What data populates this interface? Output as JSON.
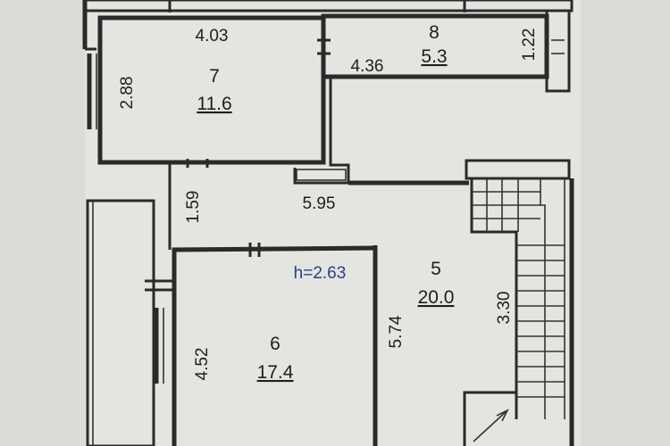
{
  "rooms": {
    "room7": {
      "number": "7",
      "area": "11.6",
      "width": "4.03",
      "height": "2.88"
    },
    "room8": {
      "number": "8",
      "area": "5.3",
      "width": "4.36",
      "height": "1.22"
    },
    "room5": {
      "number": "5",
      "area": "20.0",
      "width": "5.95",
      "depth": "5.74",
      "hall_depth": "1.59",
      "stair_length": "3.30"
    },
    "room6": {
      "number": "6",
      "area": "17.4",
      "height": "4.52"
    }
  },
  "ceiling_height": "h=2.63",
  "colors": {
    "paper": "#d9dcd7",
    "wall": "#2a2a2a",
    "annotation": "#2a3f8a"
  }
}
